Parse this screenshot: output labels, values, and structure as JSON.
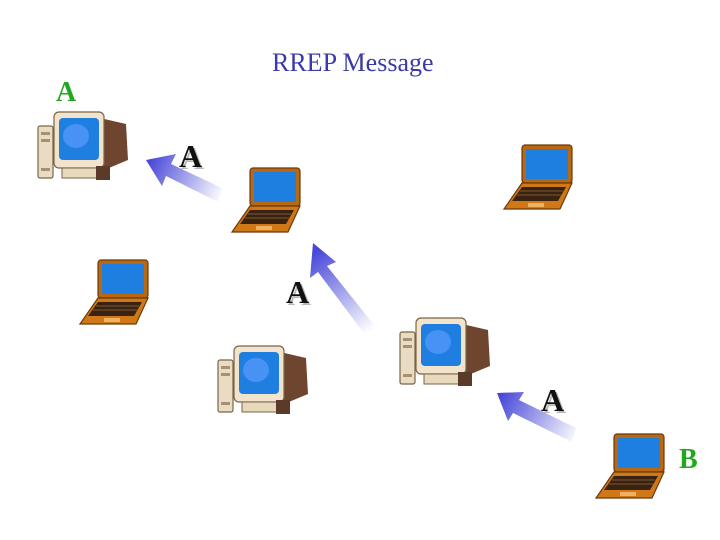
{
  "title": "RREP Message",
  "source_label": "A",
  "destination_label": "B",
  "hop_labels": [
    "A",
    "A",
    "A"
  ],
  "colors": {
    "title": "#3a3aa8",
    "node_label": "#22a81e",
    "arrow": "#4848d8",
    "laptop_body": "#d07818",
    "monitor_body": "#f2e4cc",
    "screen": "#1f7fe0"
  },
  "nodes": [
    {
      "type": "desktop-computer",
      "icon": "desktop-computer-icon"
    },
    {
      "type": "laptop",
      "icon": "laptop-icon"
    },
    {
      "type": "laptop",
      "icon": "laptop-icon"
    },
    {
      "type": "laptop",
      "icon": "laptop-icon"
    },
    {
      "type": "desktop-computer",
      "icon": "desktop-computer-icon"
    },
    {
      "type": "desktop-computer",
      "icon": "desktop-computer-icon"
    },
    {
      "type": "laptop",
      "icon": "laptop-icon"
    }
  ]
}
